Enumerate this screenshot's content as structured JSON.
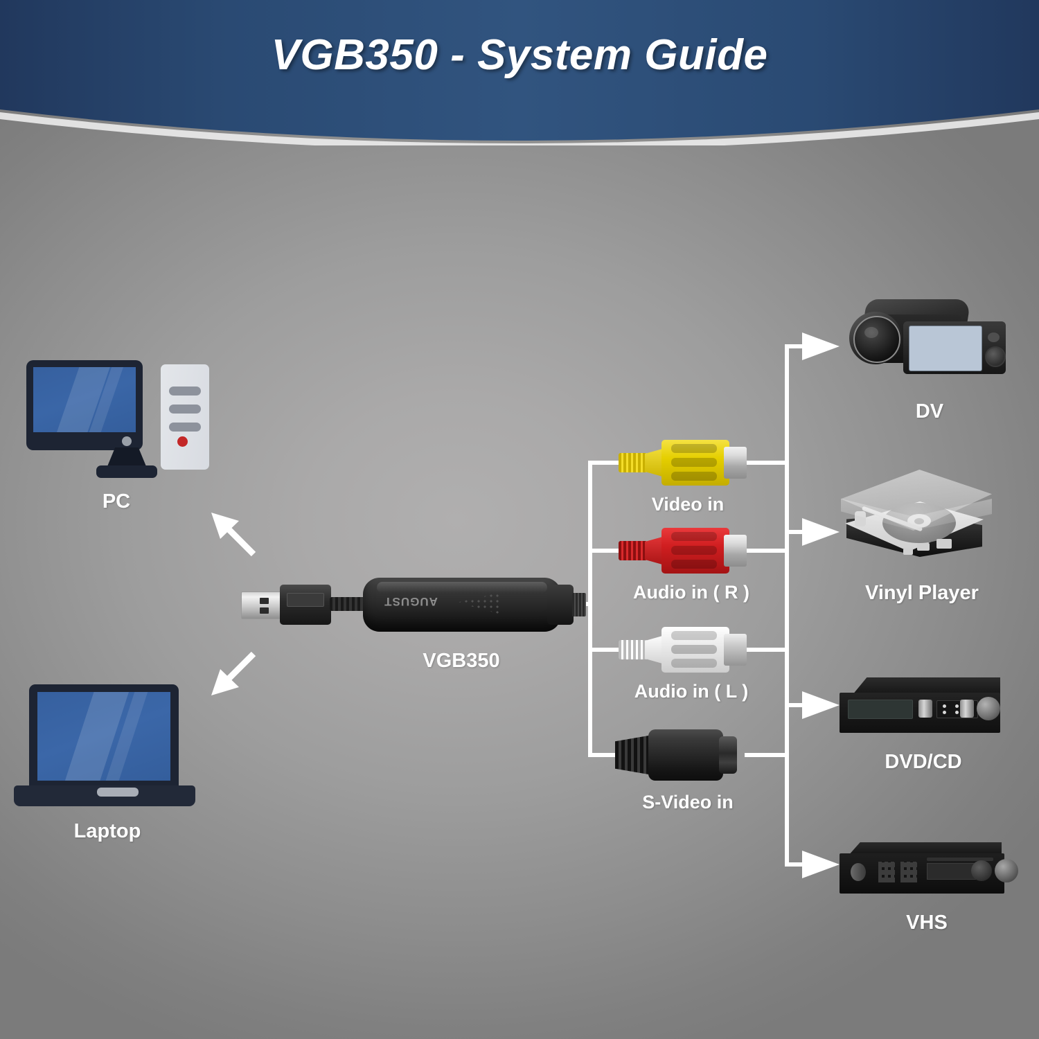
{
  "header": {
    "title": "VGB350 - System Guide",
    "bg_dark": "#21385d",
    "bg_light": "#31547f",
    "text_color": "#ffffff"
  },
  "canvas": {
    "background_center": "#acabab",
    "background_edge": "#7b7b7b",
    "line_color": "#ffffff"
  },
  "computers": [
    {
      "id": "pc",
      "label": "PC",
      "icon": "desktop-computer-icon"
    },
    {
      "id": "laptop",
      "label": "Laptop",
      "icon": "laptop-icon"
    }
  ],
  "device": {
    "label": "VGB350",
    "brand": "AUGUST",
    "connector_left": "usb-a-plug-icon"
  },
  "inputs": [
    {
      "id": "video-in",
      "label": "Video in",
      "icon": "rca-connector-icon",
      "color": "#e8cc00"
    },
    {
      "id": "audio-r",
      "label": "Audio in ( R )",
      "icon": "rca-connector-icon",
      "color": "#d31e20"
    },
    {
      "id": "audio-l",
      "label": "Audio in ( L )",
      "icon": "rca-connector-icon",
      "color": "#f2f2f2"
    },
    {
      "id": "s-video",
      "label": "S-Video in",
      "icon": "s-video-connector-icon",
      "color": "#1f1f1f"
    }
  ],
  "sources": [
    {
      "id": "dv",
      "label": "DV",
      "icon": "camcorder-icon"
    },
    {
      "id": "vinyl",
      "label": "Vinyl Player",
      "icon": "turntable-icon"
    },
    {
      "id": "dvdcd",
      "label": "DVD/CD",
      "icon": "dvd-player-icon"
    },
    {
      "id": "vhs",
      "label": "VHS",
      "icon": "vcr-icon"
    }
  ],
  "arrows": {
    "to_pc": "arrow-up-left-icon",
    "to_laptop": "arrow-down-left-icon",
    "to_source": "arrow-right-icon"
  }
}
